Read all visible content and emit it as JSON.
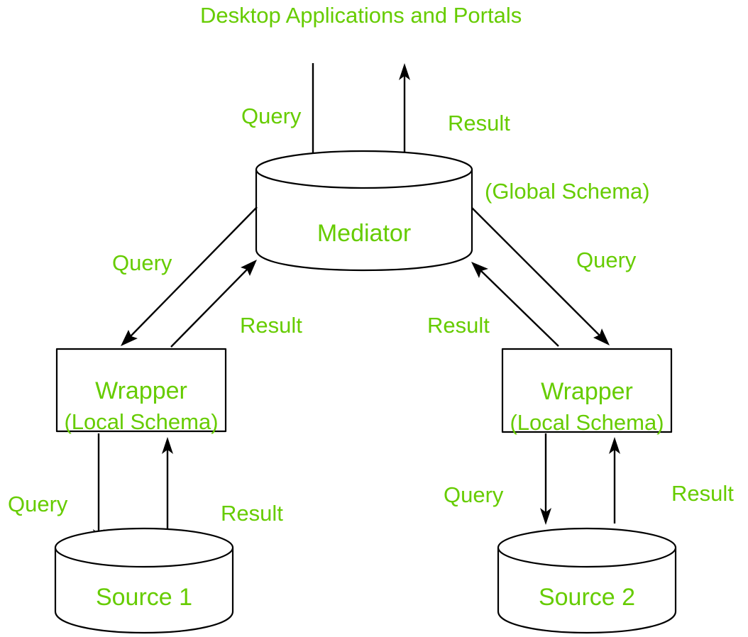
{
  "diagram": {
    "title": "Desktop Applications and Portals",
    "accent_color": "#66cc00",
    "stroke_color": "#000000",
    "background_color": "#ffffff",
    "nodes": {
      "mediator": {
        "label": "Mediator",
        "schema_label": "(Global Schema)",
        "shape": "cylinder"
      },
      "wrapper_left": {
        "label": "Wrapper",
        "schema_label": "(Local Schema)",
        "shape": "rectangle"
      },
      "wrapper_right": {
        "label": "Wrapper",
        "schema_label": "(Local Schema)",
        "shape": "rectangle"
      },
      "source_left": {
        "label": "Source 1",
        "shape": "cylinder"
      },
      "source_right": {
        "label": "Source 2",
        "shape": "cylinder"
      }
    },
    "edges": {
      "top_query": "Query",
      "top_result": "Result",
      "mediator_left_query": "Query",
      "mediator_left_result": "Result",
      "mediator_right_query": "Query",
      "mediator_right_result": "Result",
      "left_source_query": "Query",
      "left_source_result": "Result",
      "right_source_query": "Query",
      "right_source_result": "Result"
    }
  }
}
